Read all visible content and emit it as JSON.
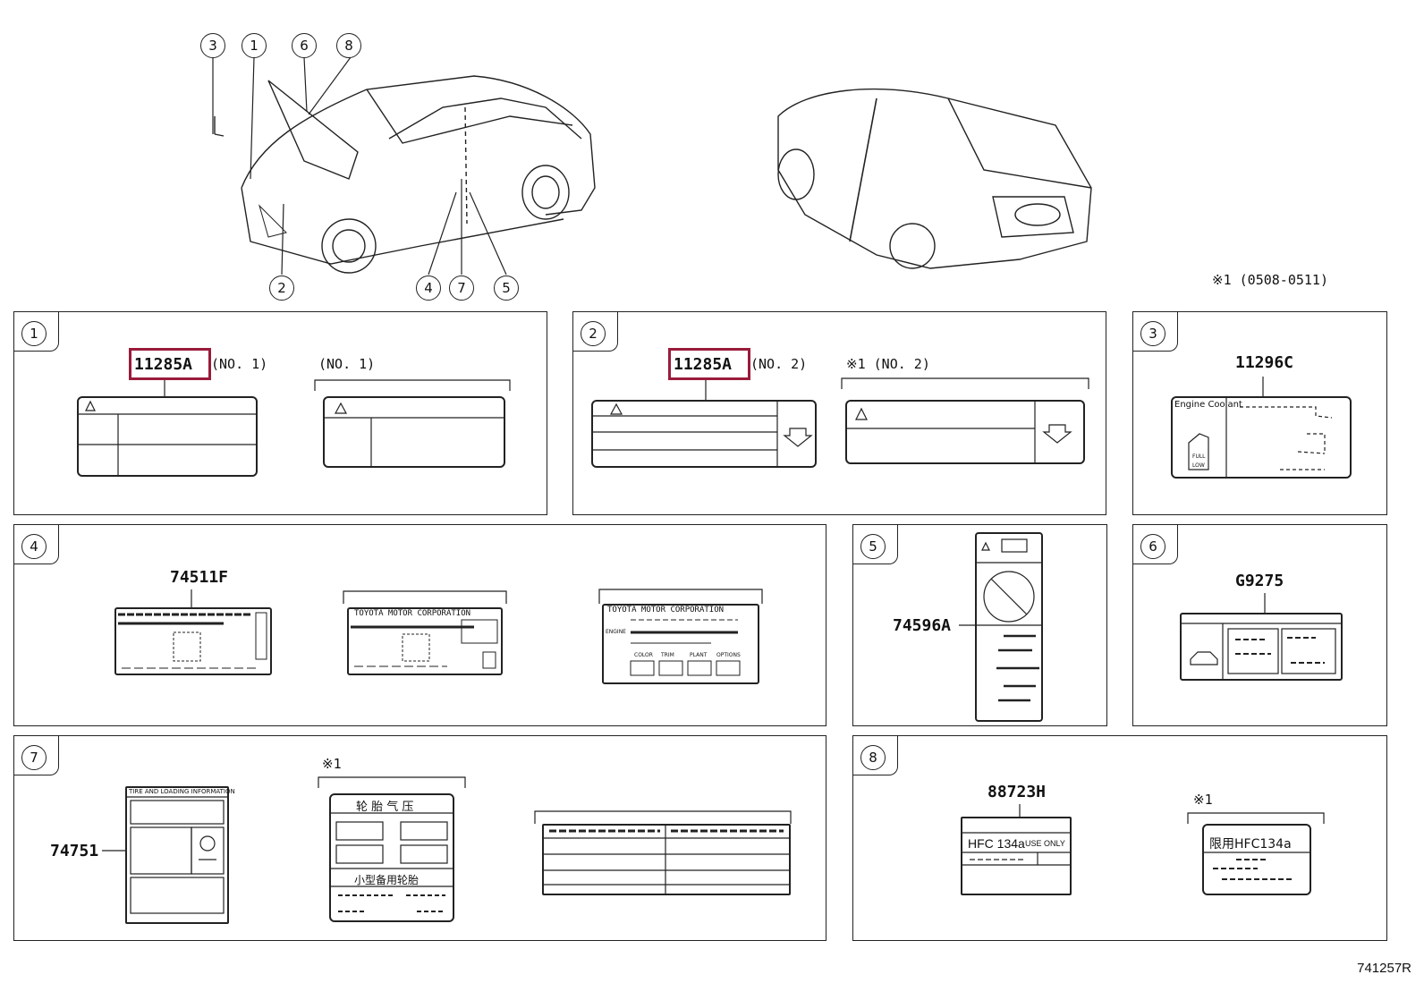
{
  "callouts": {
    "c1": "1",
    "c2": "2",
    "c3": "3",
    "c4": "4",
    "c5": "5",
    "c6": "6",
    "c7": "7",
    "c8": "8"
  },
  "footnote": "※1 (0508-0511)",
  "panels": {
    "p1": {
      "num": "1",
      "part": "11285A",
      "suffix": "(NO. 1)",
      "alt": "(NO. 1)"
    },
    "p2": {
      "num": "2",
      "part": "11285A",
      "suffix": "(NO. 2)",
      "alt": "※1 (NO. 2)"
    },
    "p3": {
      "num": "3",
      "part": "11296C",
      "label_text": "Engine Coolant",
      "full": "FULL",
      "low": "LOW"
    },
    "p4": {
      "num": "4",
      "part": "74511F",
      "label_a": "TOYOTA MOTOR CORPORATION",
      "label_b": "TOYOTA MOTOR CORPORATION",
      "engine": "ENGINE",
      "color": "COLOR",
      "trim": "TRIM",
      "plant": "PLANT",
      "options": "OPTIONS"
    },
    "p5": {
      "num": "5",
      "part": "74596A"
    },
    "p6": {
      "num": "6",
      "part": "G9275"
    },
    "p7": {
      "num": "7",
      "part": "74751",
      "alt": "※1",
      "tire_title": "轮 胎 气 压",
      "spare": "小型备用轮胎",
      "tire_info": "TIRE AND LOADING INFORMATION"
    },
    "p8": {
      "num": "8",
      "part": "88723H",
      "alt": "※1",
      "hfc": "HFC 134a",
      "use": "USE ONLY",
      "hfc2": "限用HFC134a"
    }
  },
  "drawing_id": "741257R"
}
